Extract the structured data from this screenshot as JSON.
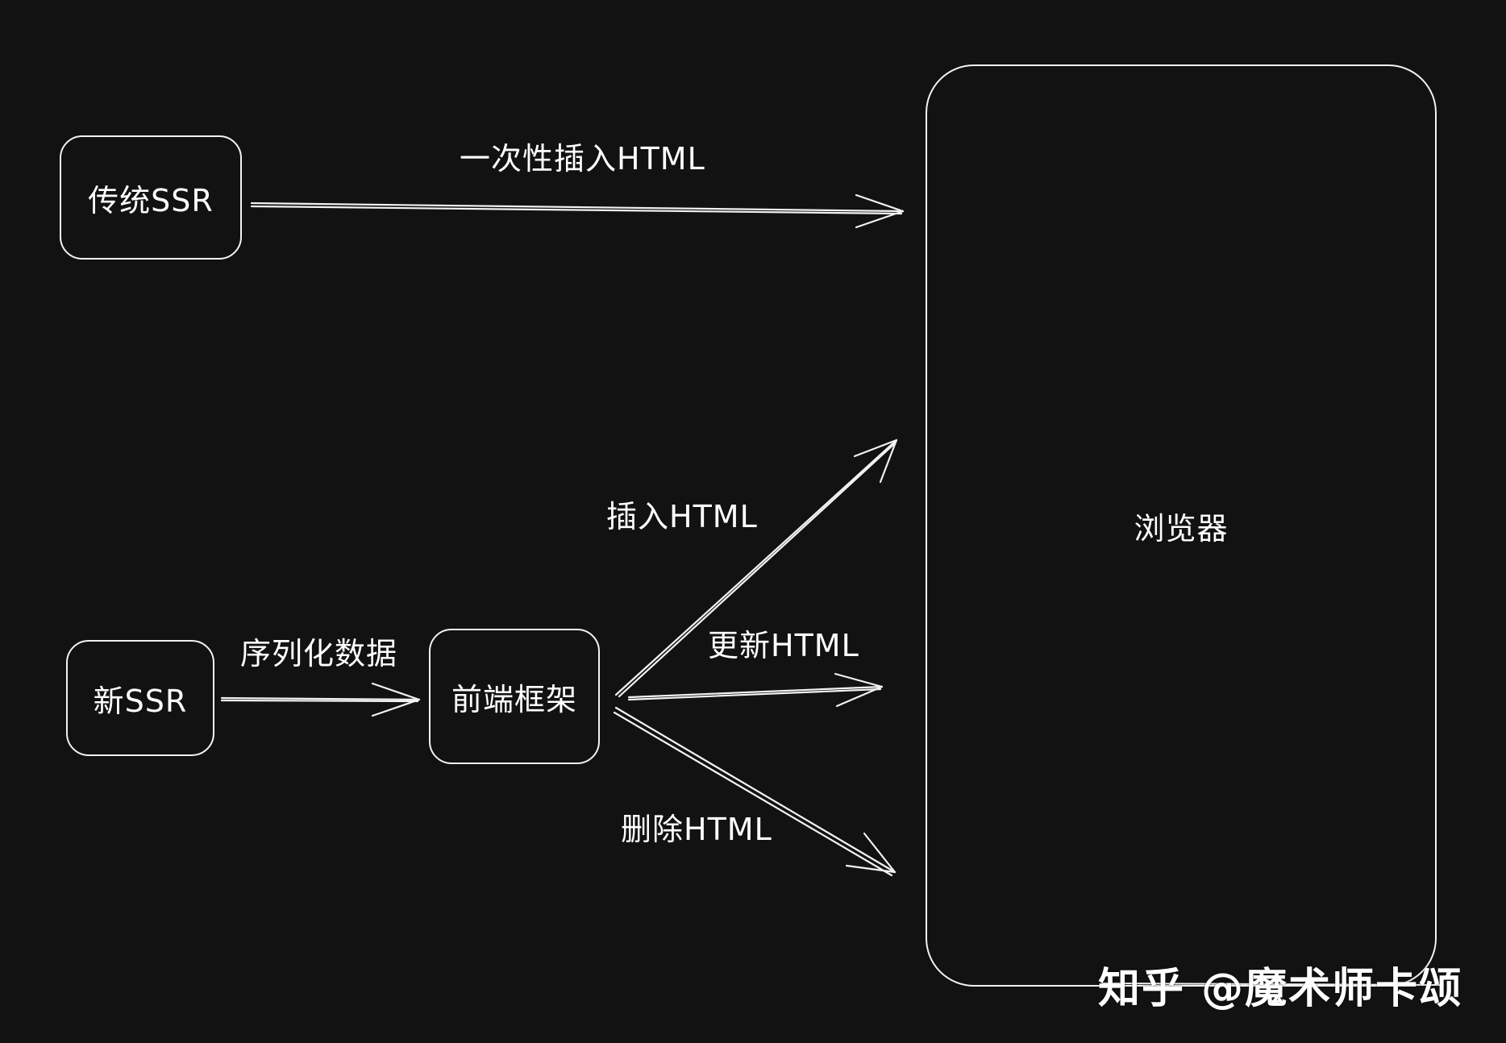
{
  "nodes": {
    "traditional_ssr": "传统SSR",
    "new_ssr": "新SSR",
    "frontend_framework": "前端框架",
    "browser": "浏览器"
  },
  "edges": {
    "insert_once": "一次性插入HTML",
    "serialize_data": "序列化数据",
    "insert": "插入HTML",
    "update": "更新HTML",
    "delete": "删除HTML"
  },
  "watermark": "知乎 @魔术师卡颂",
  "colors": {
    "background": "#121212",
    "stroke": "#f2f2f2",
    "text": "#ffffff"
  }
}
